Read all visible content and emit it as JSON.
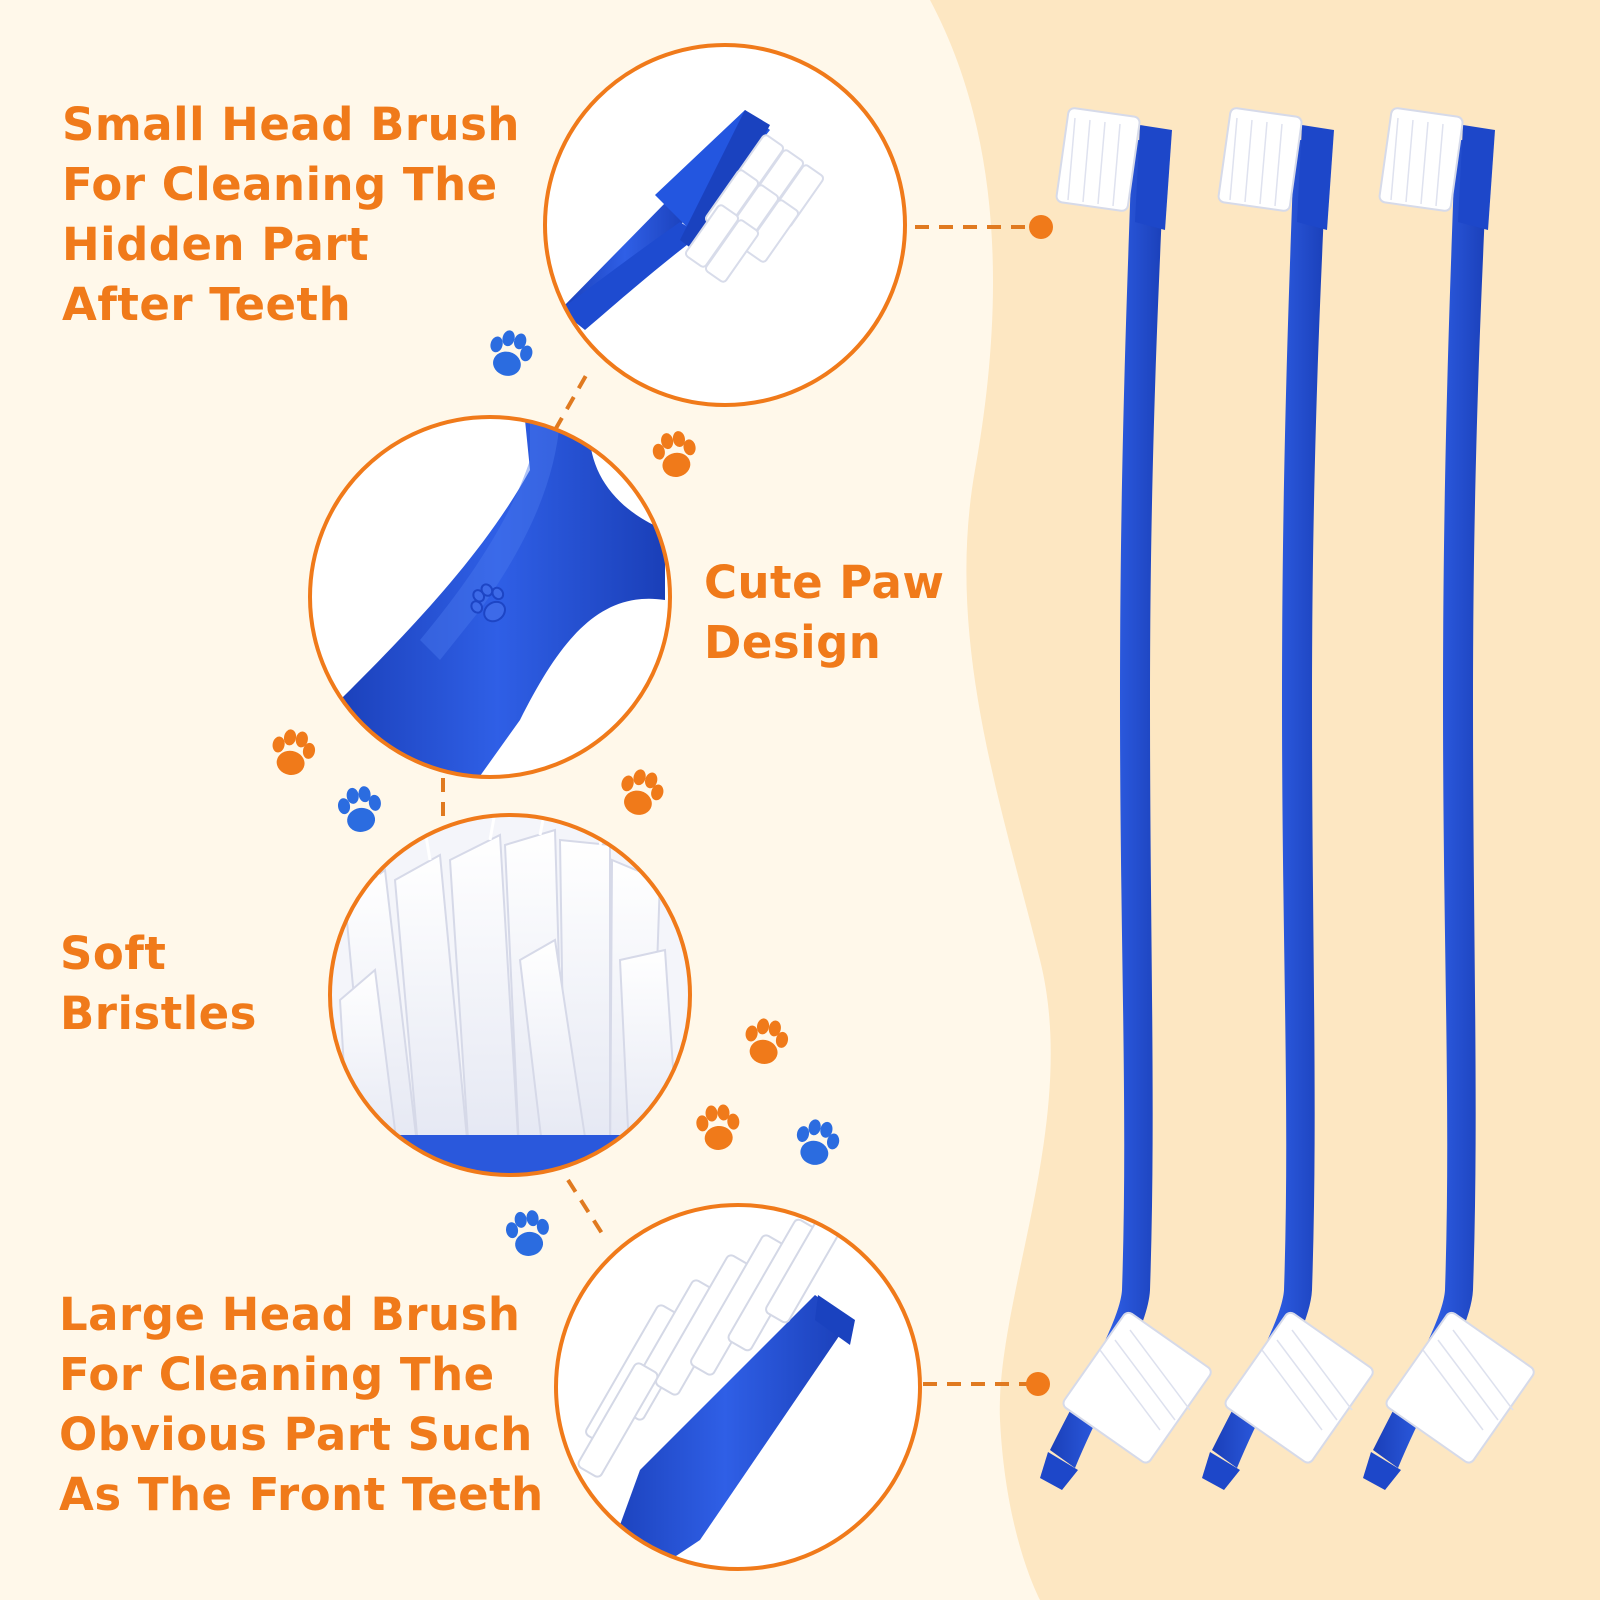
{
  "callouts": {
    "small_head": {
      "lines": [
        "Small Head Brush",
        "For Cleaning The",
        "Hidden Part",
        "After Teeth"
      ]
    },
    "paw_design": {
      "lines": [
        "Cute Paw",
        "Design"
      ]
    },
    "soft_bristles": {
      "lines": [
        "Soft",
        "Bristles"
      ]
    },
    "large_head": {
      "lines": [
        "Large Head Brush",
        "For Cleaning The",
        "Obvious Part Such",
        "As The Front Teeth"
      ]
    }
  },
  "product": {
    "toothbrush_count": 3
  },
  "colors": {
    "background": "#fff8ea",
    "background_wave": "#fde7c2",
    "accent_orange": "#f07a1a",
    "brush_blue": "#1f4fd1",
    "paw_blue": "#2b6ce0",
    "bristle_white": "#ffffff"
  }
}
